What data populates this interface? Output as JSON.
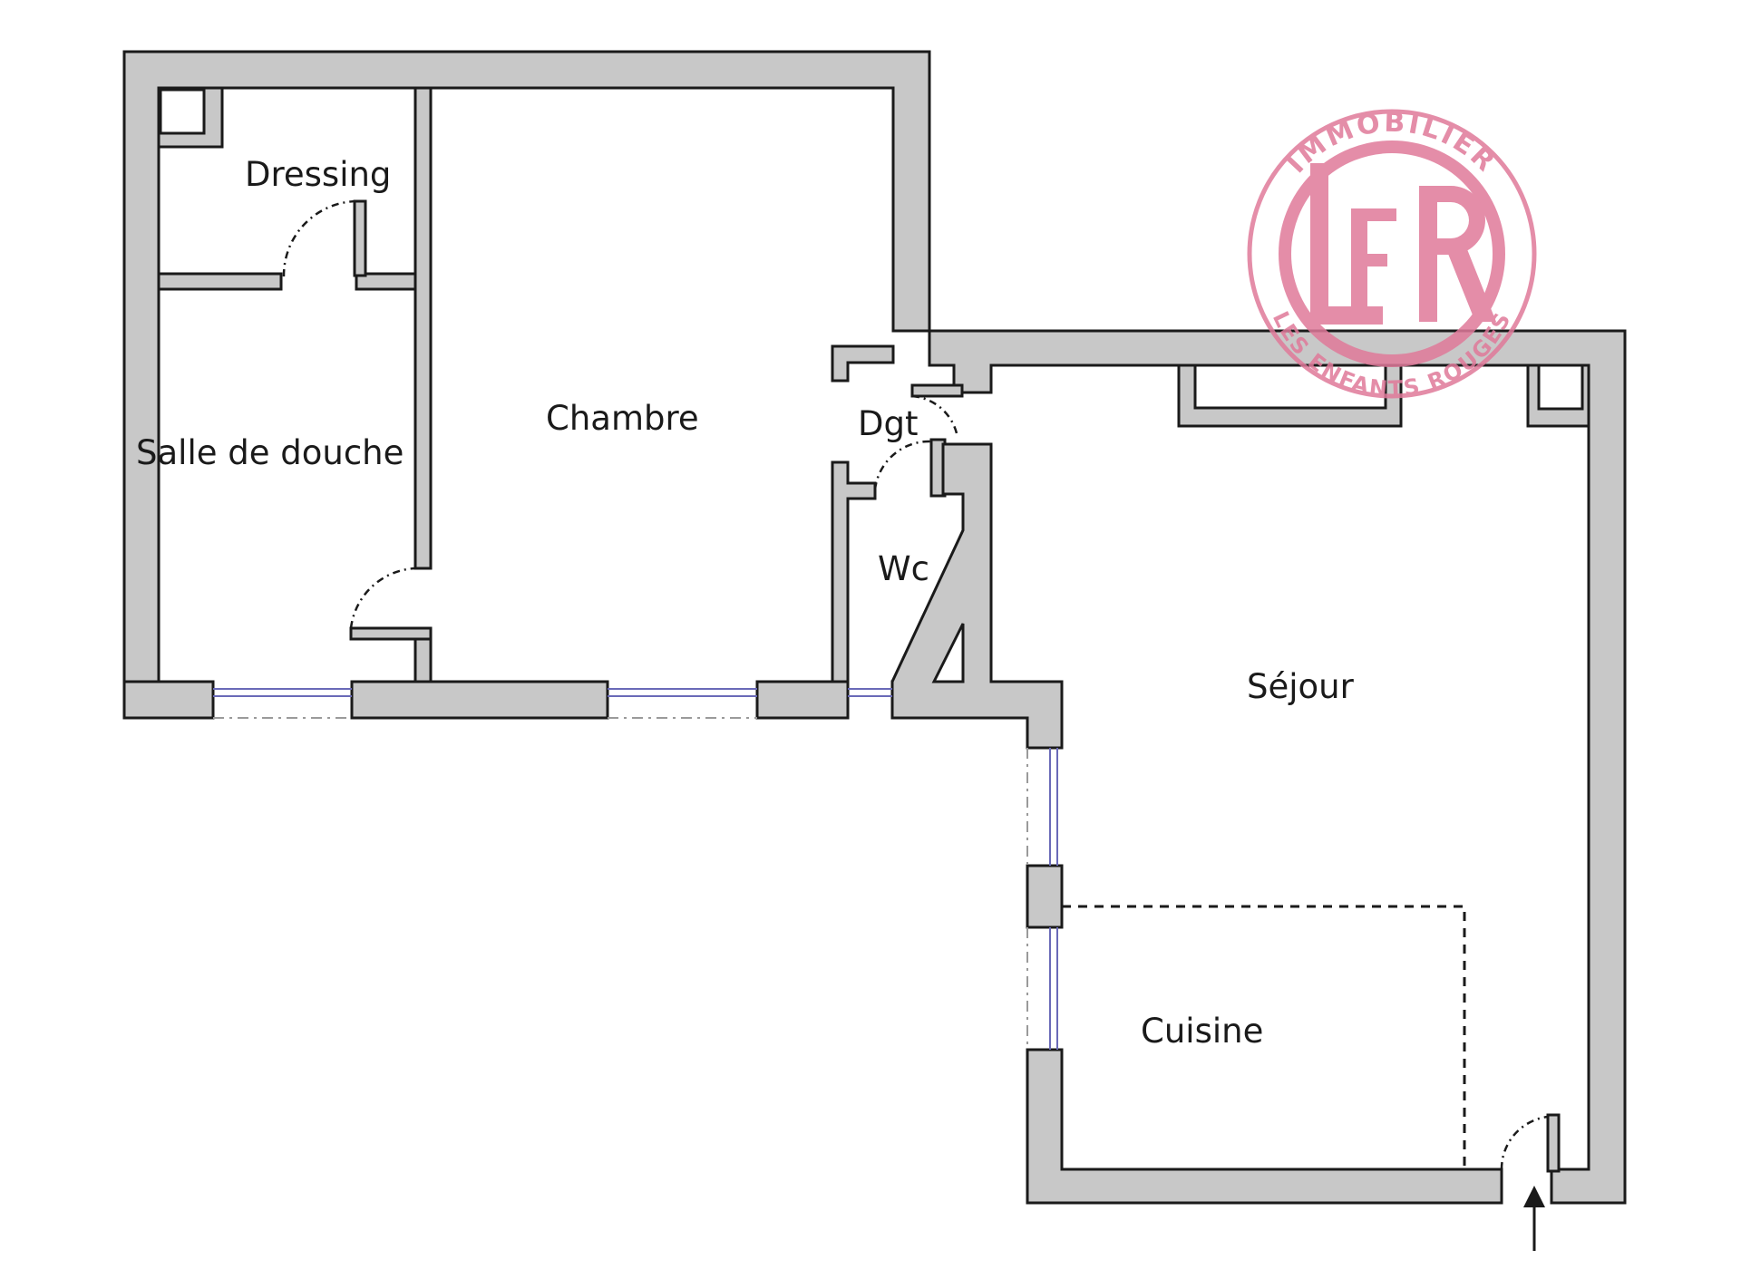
{
  "rooms": {
    "dressing": "Dressing",
    "salle_de_douche": "Salle de douche",
    "chambre": "Chambre",
    "degagement": "Dgt",
    "wc": "Wc",
    "sejour": "Séjour",
    "cuisine": "Cuisine"
  },
  "stamp": {
    "top_text": "IMMOBILIER",
    "bottom_text": "LES ENFANTS ROUGES",
    "monogram": "LER",
    "color": "#e07a9a"
  },
  "entrance": {
    "icon": "arrow-up-icon"
  },
  "colors": {
    "wall_fill": "#c8c8c8",
    "wall_stroke": "#1a1a1a",
    "window": "#6a6ab8"
  }
}
